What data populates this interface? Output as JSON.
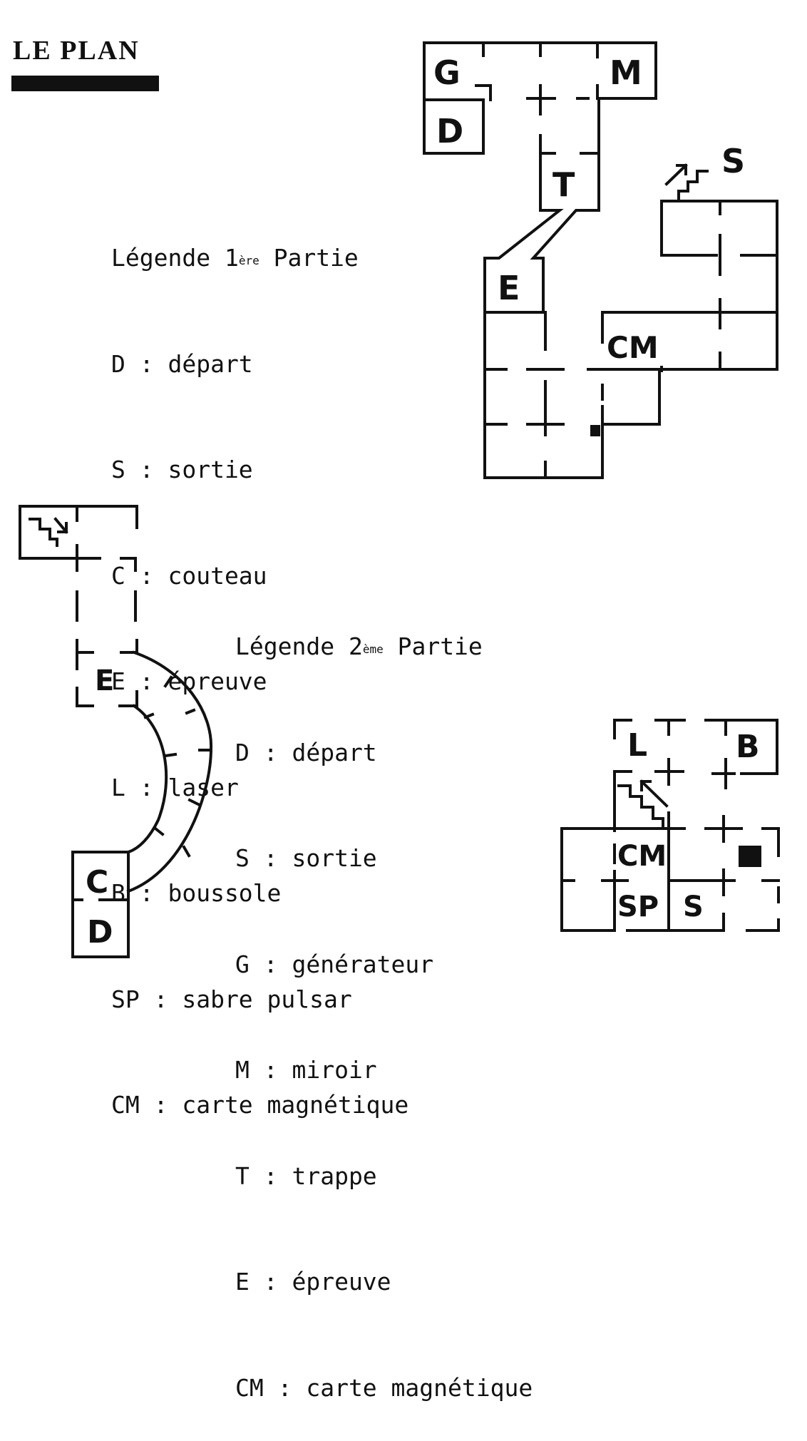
{
  "title": "LE PLAN",
  "legend1": {
    "heading": "Légende 1",
    "heading_sup": "ère",
    "heading_tail": " Partie",
    "items": [
      "D : départ",
      "S : sortie",
      "C : couteau",
      "E : épreuve",
      "L : laser",
      "B : boussole",
      "SP : sabre pulsar",
      "CM : carte magnétique"
    ]
  },
  "legend2": {
    "heading": "Légende 2",
    "heading_sup": "ème",
    "heading_tail": " Partie",
    "items": [
      "D : départ",
      "S : sortie",
      "G : générateur",
      "M : miroir",
      "T : trappe",
      "E : épreuve",
      "CM : carte magnétique"
    ]
  },
  "map1_labels": {
    "g": "G",
    "m": "M",
    "d": "D",
    "t": "T",
    "s": "S",
    "e": "E",
    "cm": "CM"
  },
  "map2_labels": {
    "e": "E",
    "c": "C",
    "d": "D"
  },
  "map3_labels": {
    "l": "L",
    "b": "B",
    "cm": "CM",
    "sp": "SP",
    "s": "S"
  },
  "icons": [
    "stairs-up-icon",
    "stairs-down-icon",
    "item-marker-icon"
  ]
}
